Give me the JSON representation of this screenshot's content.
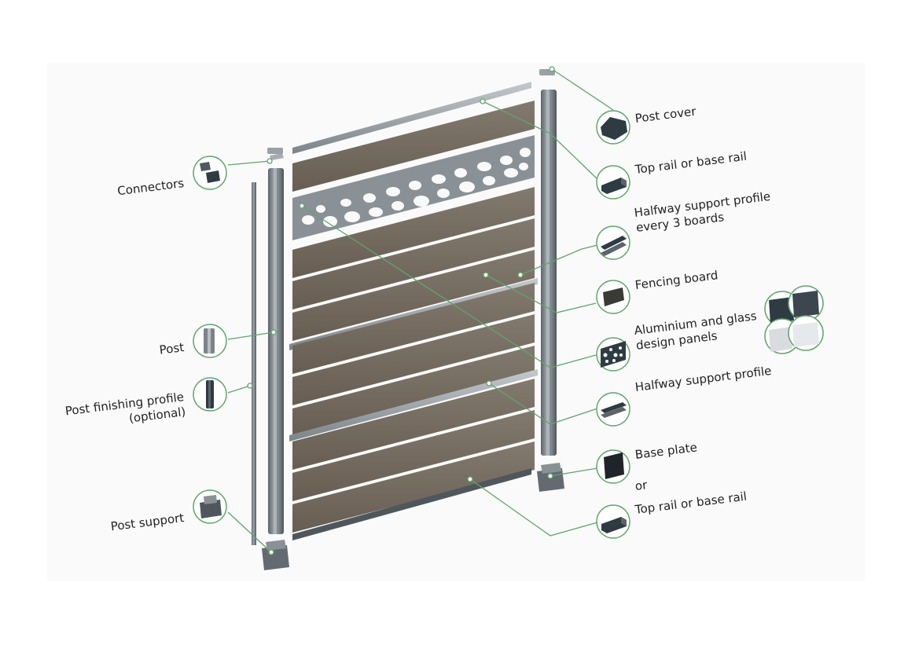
{
  "colors": {
    "leader": "#5fa56b",
    "post": "#7c8489",
    "post_dark": "#5c6469",
    "board": "#6f655a",
    "board_light": "#837a6f",
    "panel": "#8a9196",
    "rail": "#9aa1a6",
    "icon_dark": "#2f3b43",
    "text": "#222222"
  },
  "labels": {
    "post_cover": "Post cover",
    "top_rail_1": "Top rail or base rail",
    "halfway_every_1": "Halfway support profile",
    "halfway_every_2": "every 3 boards",
    "fencing_board": "Fencing board",
    "design_panels_1": "Aluminium and glass",
    "design_panels_2": "design panels",
    "halfway_support": "Halfway support profile",
    "base_plate": "Base plate",
    "or": "or",
    "top_rail_2": "Top rail or base rail",
    "connectors": "Connectors",
    "post": "Post",
    "post_finishing_1": "Post finishing profile",
    "post_finishing_2": "(optional)",
    "post_support": "Post support"
  },
  "icons": {
    "post_cover": "post-cover-icon",
    "top_rail": "top-rail-icon",
    "halfway_profile": "halfway-profile-icon",
    "fencing_board": "fencing-board-icon",
    "design_panel": "design-panel-icon",
    "base_plate": "base-plate-icon",
    "connectors": "connectors-icon",
    "post": "post-icon",
    "post_finishing": "post-finishing-icon",
    "post_support": "post-support-icon"
  }
}
